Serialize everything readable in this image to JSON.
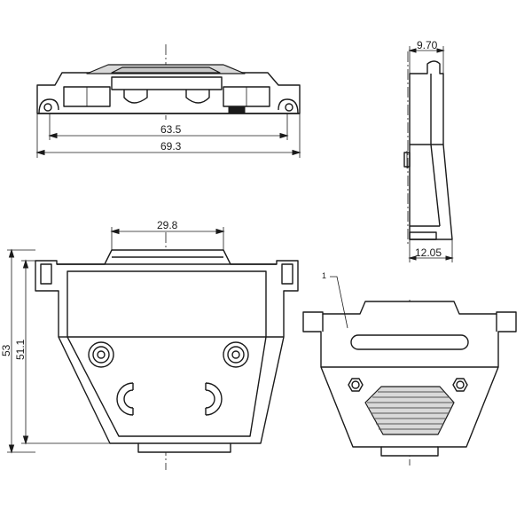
{
  "dimensions": {
    "width_inner": "63.5",
    "width_outer": "69.3",
    "side_top": "9.70",
    "side_bottom": "12.05",
    "opening_width": "29.8",
    "height_outer": "53",
    "height_inner": "51.1"
  },
  "callouts": {
    "part_1": "1"
  },
  "colors": {
    "line": "#1a1a1a",
    "fill_light": "#d9d9d9",
    "fill_dark": "#c8c8c8"
  }
}
